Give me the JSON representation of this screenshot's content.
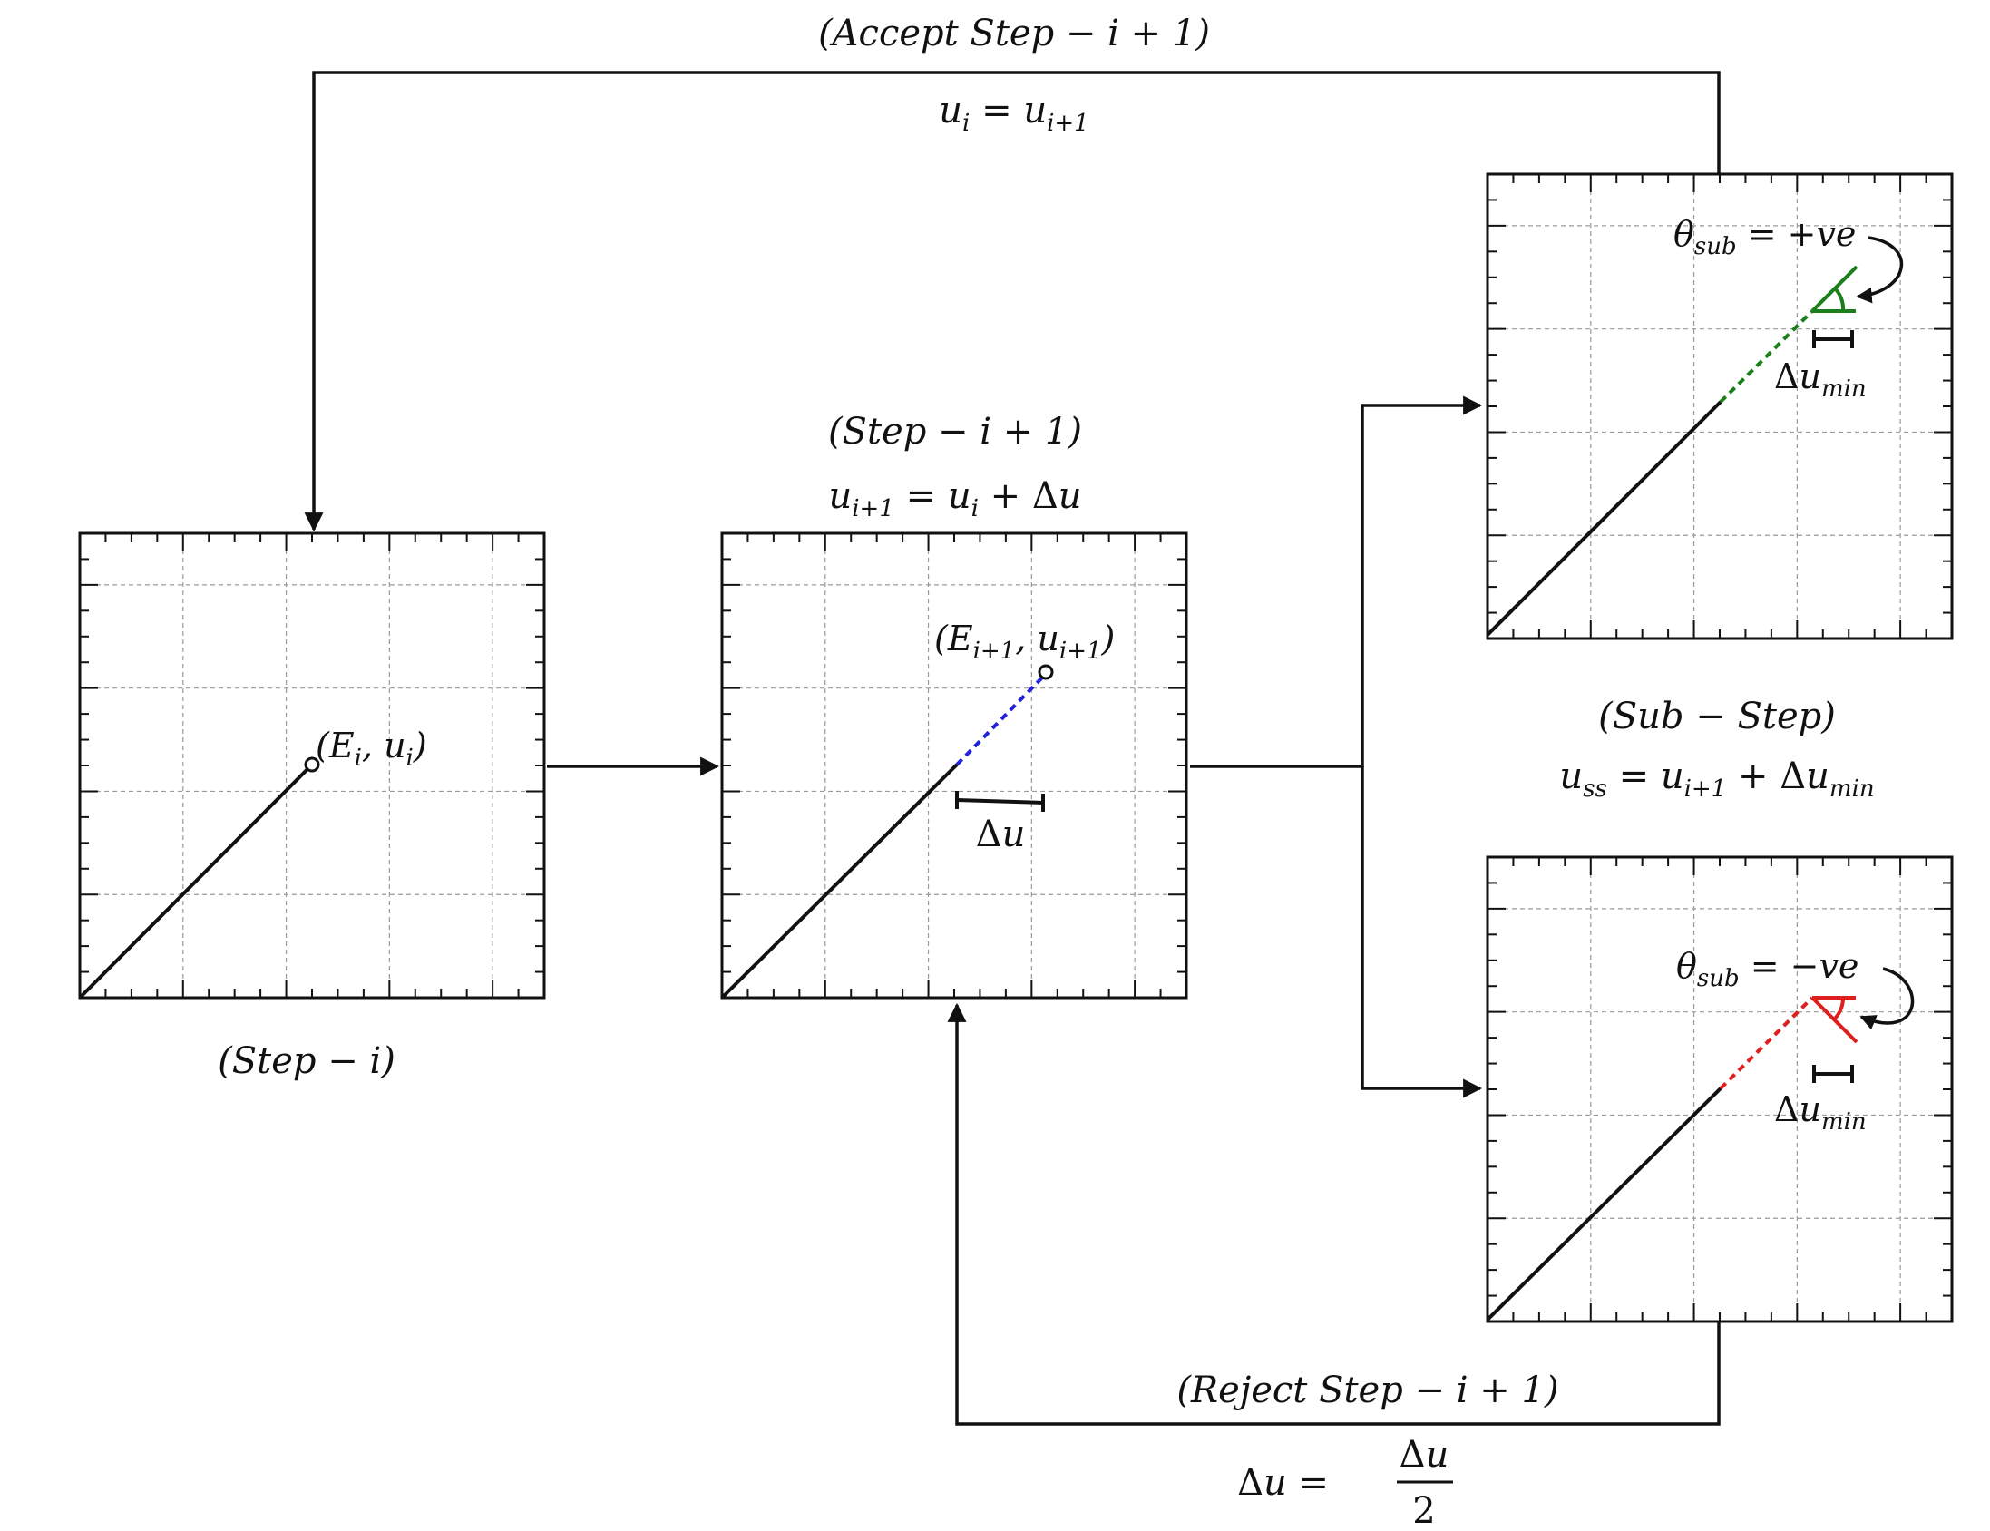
{
  "colors": {
    "line": "#111111",
    "increment_blue": "#2222dd",
    "accept_green": "#1a7f1a",
    "reject_red": "#dd1f1f",
    "grid": "#9a9a9a"
  },
  "labels": {
    "step_i": "(Step − i)",
    "point_i": "(E_i, u_i)",
    "step_i1_title": "(Step − i + 1)",
    "step_i1_eq": "u_{i+1} = u_i + Δu",
    "point_i1": "(E_{i+1}, u_{i+1})",
    "delta_u": "Δu",
    "substep_title": "(Sub − Step)",
    "substep_eq": "u_{ss} = u_{i+1} + Δu_{min}",
    "theta_pos": "θ_{sub} = +ve",
    "theta_neg": "θ_{sub} = −ve",
    "delta_u_min": "Δu_{min}",
    "accept_title": "(Accept Step − i + 1)",
    "accept_eq": "u_i = u_{i+1}",
    "reject_title": "(Reject Step − i + 1)",
    "reject_eq_lhs": "Δu =",
    "reject_eq_num": "Δu",
    "reject_eq_den": "2"
  }
}
